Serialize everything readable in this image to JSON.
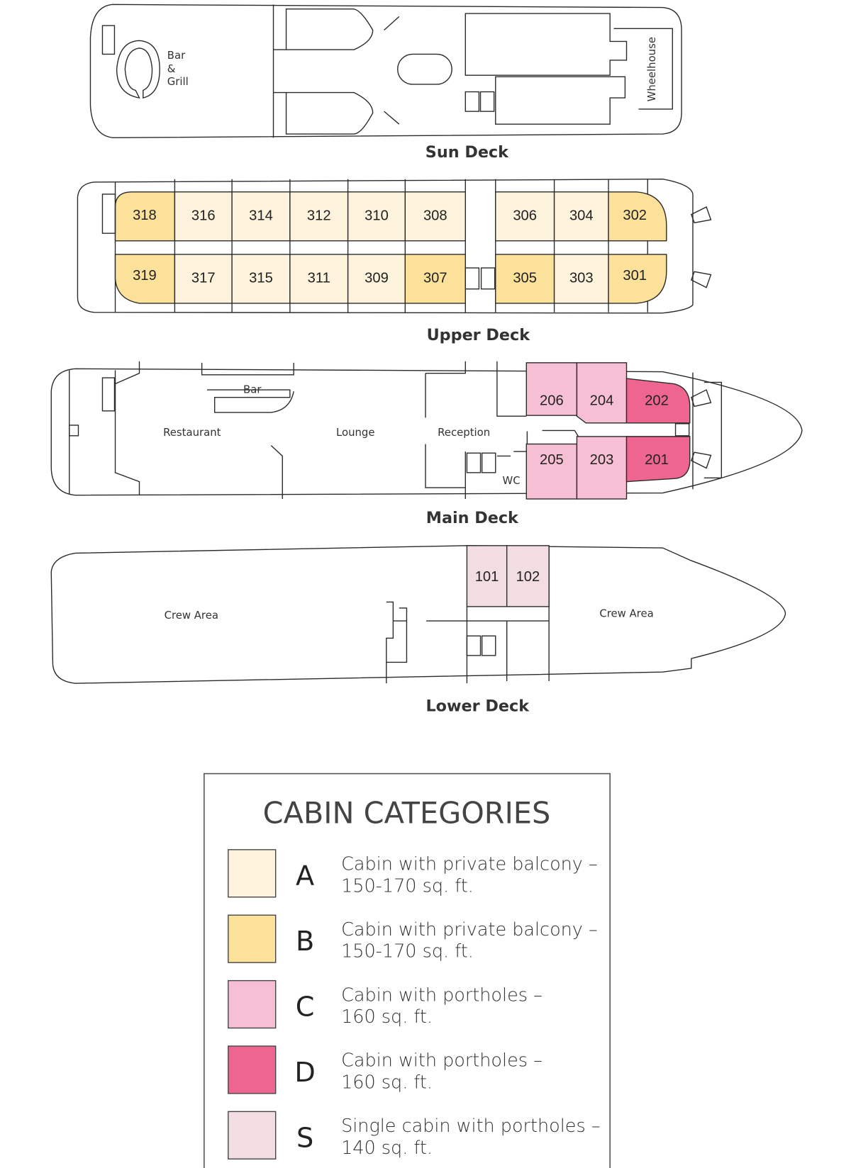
{
  "colors": {
    "A": "#fdf3dc",
    "B": "#fce19a",
    "C": "#f7bfd3",
    "D": "#ee6690",
    "S": "#f1dde2"
  },
  "decks": {
    "sun": {
      "title": "Sun Deck",
      "labels": {
        "bar_grill_1": "Bar",
        "bar_grill_2": "&",
        "bar_grill_3": "Grill",
        "wheelhouse": "Wheelhouse"
      }
    },
    "upper": {
      "title": "Upper Deck",
      "cabins": [
        {
          "number": "318",
          "category": "B"
        },
        {
          "number": "316",
          "category": "A"
        },
        {
          "number": "314",
          "category": "A"
        },
        {
          "number": "312",
          "category": "A"
        },
        {
          "number": "310",
          "category": "A"
        },
        {
          "number": "308",
          "category": "A"
        },
        {
          "number": "306",
          "category": "A"
        },
        {
          "number": "304",
          "category": "A"
        },
        {
          "number": "302",
          "category": "B"
        },
        {
          "number": "319",
          "category": "B"
        },
        {
          "number": "317",
          "category": "A"
        },
        {
          "number": "315",
          "category": "A"
        },
        {
          "number": "311",
          "category": "A"
        },
        {
          "number": "309",
          "category": "A"
        },
        {
          "number": "307",
          "category": "B"
        },
        {
          "number": "305",
          "category": "B"
        },
        {
          "number": "303",
          "category": "A"
        },
        {
          "number": "301",
          "category": "B"
        }
      ]
    },
    "main": {
      "title": "Main Deck",
      "labels": {
        "bar": "Bar",
        "restaurant": "Restaurant",
        "lounge": "Lounge",
        "reception": "Reception",
        "wc": "WC"
      },
      "cabins": [
        {
          "number": "206",
          "category": "C"
        },
        {
          "number": "204",
          "category": "C"
        },
        {
          "number": "202",
          "category": "D"
        },
        {
          "number": "205",
          "category": "C"
        },
        {
          "number": "203",
          "category": "C"
        },
        {
          "number": "201",
          "category": "D"
        }
      ]
    },
    "lower": {
      "title": "Lower Deck",
      "labels": {
        "crew_aft": "Crew Area",
        "crew_fore": "Crew Area"
      },
      "cabins": [
        {
          "number": "101",
          "category": "S"
        },
        {
          "number": "102",
          "category": "S"
        }
      ]
    }
  },
  "legend": {
    "title": "CABIN CATEGORIES",
    "items": [
      {
        "category": "A",
        "line1": "Cabin with private balcony –",
        "line2": "150-170 sq. ft."
      },
      {
        "category": "B",
        "line1": "Cabin with private balcony –",
        "line2": "150-170 sq. ft."
      },
      {
        "category": "C",
        "line1": "Cabin with portholes –",
        "line2": "160 sq. ft."
      },
      {
        "category": "D",
        "line1": "Cabin with portholes –",
        "line2": "160 sq. ft."
      },
      {
        "category": "S",
        "line1": "Single cabin with portholes –",
        "line2": "140 sq. ft."
      }
    ]
  }
}
